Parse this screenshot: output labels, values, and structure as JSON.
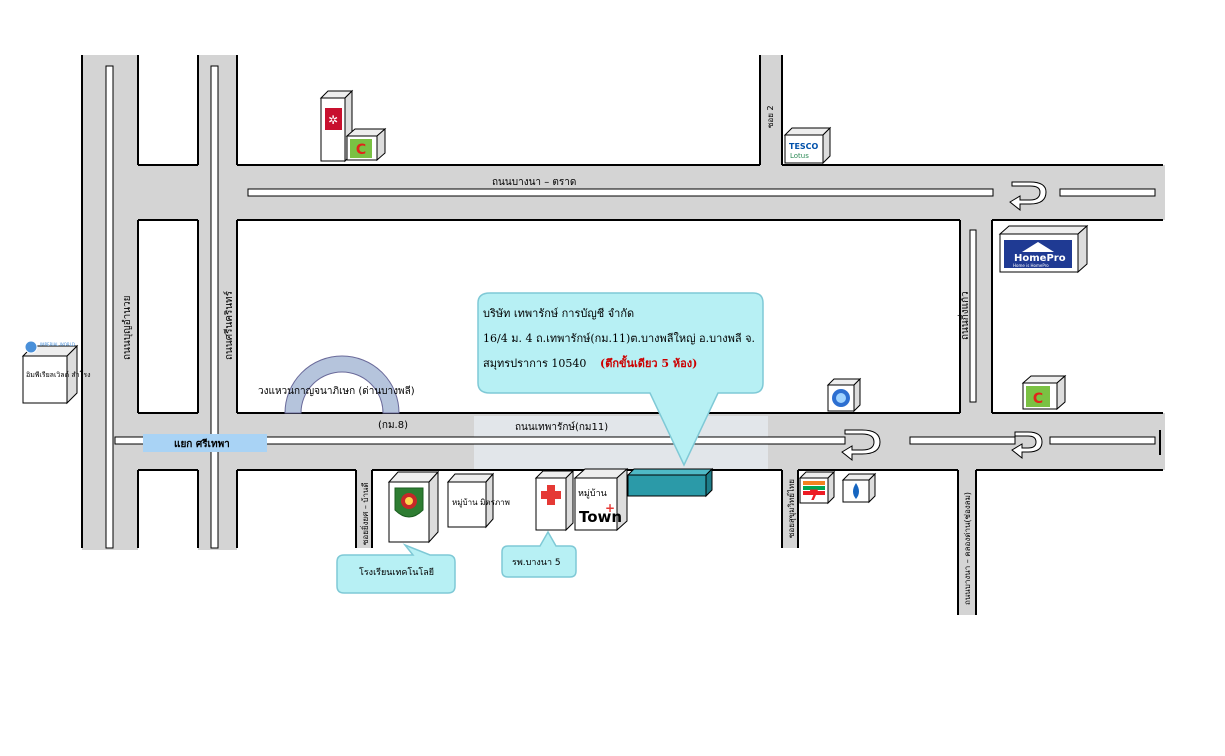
{
  "roads": {
    "bangna_trat": "ถนนบางนา – ตราด",
    "thepharak": "ถนนเทพารักษ์(กม11)",
    "km8": "(กม.8)",
    "boon_umnuay": "ถนนบุญอำนวย",
    "srinakarin": "ถนนศรีนครินทร์",
    "king_kaew": "ถนนกิ่งแก้ว",
    "bangna_klong": "ถนนบางนา – คลองด่าน(ช่องลม)",
    "soi_srinakarin": "ซอยยิ่งยศ – บ้านดี",
    "soi_sukhothai": "ซอยสุขุมวิทย์ไทย",
    "soi_2": "ซอย 2"
  },
  "intersection": "แยก ศรีเทพา",
  "ring_label": "วงแหวนกาญจนาภิเษก (ด่านบางพลี)",
  "callout": {
    "line1": "บริษัท เทพารักษ์ การบัญชี จำกัด",
    "line2": "16/4 ม. 4 ถ.เทพารักษ์(กม.11)ต.บางพลีใหญ่ อ.บางพลี จ.",
    "line3": "สมุทรปราการ 10540",
    "line3_red": "(ตึกขั้นเดียว 5 ห้อง)"
  },
  "labels": {
    "school": "โรงเรียนเทคโนโลยี",
    "hospital": "รพ.บางนา 5",
    "village_mittraphap": "หมู่บ้าน มิตรภาพ",
    "village_town": "หมู่บ้าน",
    "town_word": "Town",
    "left_building": "อิมพีเรียลเวิลด์ สำโรง",
    "imperial_logo": "IMPERIAL WORLD",
    "tesco": "TESCO",
    "lotus": "Lotus",
    "homepro": "HomePro",
    "homepro_sub": "Home is HomePro"
  },
  "colors": {
    "road": "#d4d4d4",
    "callout_fill": "#b7f0f4",
    "highlight": "#2b9aa8",
    "intersection": "#a9d3f5",
    "red": "#cc0000"
  },
  "icons": [
    "seven-eleven-icon",
    "big-c-icon",
    "ptt-icon",
    "red-cross-icon",
    "school-emblem-icon",
    "u-turn-arrow-icon"
  ]
}
